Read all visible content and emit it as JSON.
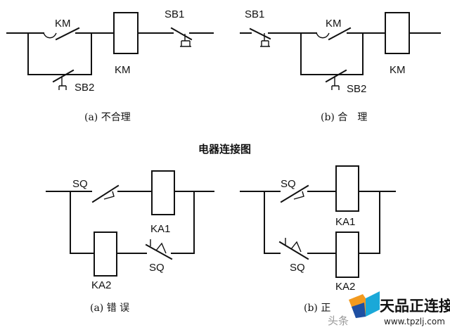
{
  "title": "电器连接图",
  "panels": {
    "a": {
      "caption": "(a) 不合理",
      "coil": "KM",
      "contact_top": "KM",
      "button_top": "SB1",
      "button_bottom": "SB2"
    },
    "b": {
      "caption": "(b) 合　理",
      "coil": "KM",
      "contact_top": "KM",
      "button_top": "SB1",
      "button_bottom": "SB2"
    },
    "c": {
      "caption": "(a) 错 误",
      "switch_top": "SQ",
      "switch_bottom": "SQ",
      "coil_top": "KA1",
      "coil_bottom": "KA2"
    },
    "d": {
      "caption": "(b) 正",
      "switch_top": "SQ",
      "switch_bottom": "SQ",
      "coil_top": "KA1",
      "coil_bottom": "KA2"
    }
  },
  "watermark": {
    "source": "头条",
    "name": "天品正连接",
    "url": "www.tpzlj.com",
    "colors": {
      "cyan": "#1aa8d8",
      "blue": "#1e4fa3",
      "orange": "#f29a1f"
    }
  }
}
